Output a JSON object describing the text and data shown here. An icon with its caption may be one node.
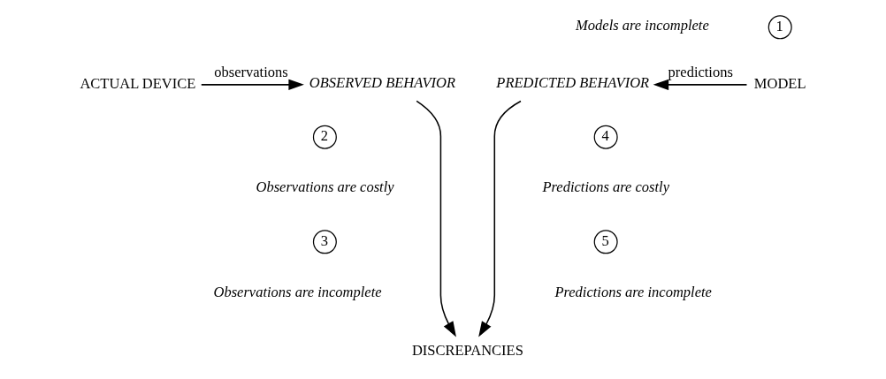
{
  "diagram": {
    "nodes": [
      {
        "text": [
          "ACTUAL DEVICE"
        ]
      },
      {
        "text": [
          "OBSERVED BEHAVIOR"
        ]
      },
      {
        "text": [
          "PREDICTED BEHAVIOR"
        ]
      },
      {
        "text": [
          "MODEL"
        ]
      },
      {
        "text": [
          "DISCREPANCIES"
        ]
      },
      {
        "text": [
          "1"
        ],
        "beside": [
          "Models are incomplete"
        ]
      },
      {
        "text": [
          "2"
        ],
        "beside": [
          "Observations are costly"
        ]
      },
      {
        "text": [
          "3"
        ],
        "beside": [
          "Observations are incomplete"
        ]
      },
      {
        "text": [
          "4"
        ],
        "beside": [
          "Predictions are costly"
        ]
      },
      {
        "text": [
          "5"
        ],
        "beside": [
          "Predictions are incomplete"
        ]
      }
    ],
    "edges": [
      {
        "from": 0,
        "to": 1,
        "arrow": "to",
        "label": "observations"
      },
      {
        "from": 3,
        "to": 2,
        "arrow": "to",
        "label": "predictions"
      },
      {
        "from": 1,
        "to": 4,
        "arrow": "to"
      },
      {
        "from": 2,
        "to": 4,
        "arrow": "to"
      }
    ]
  }
}
